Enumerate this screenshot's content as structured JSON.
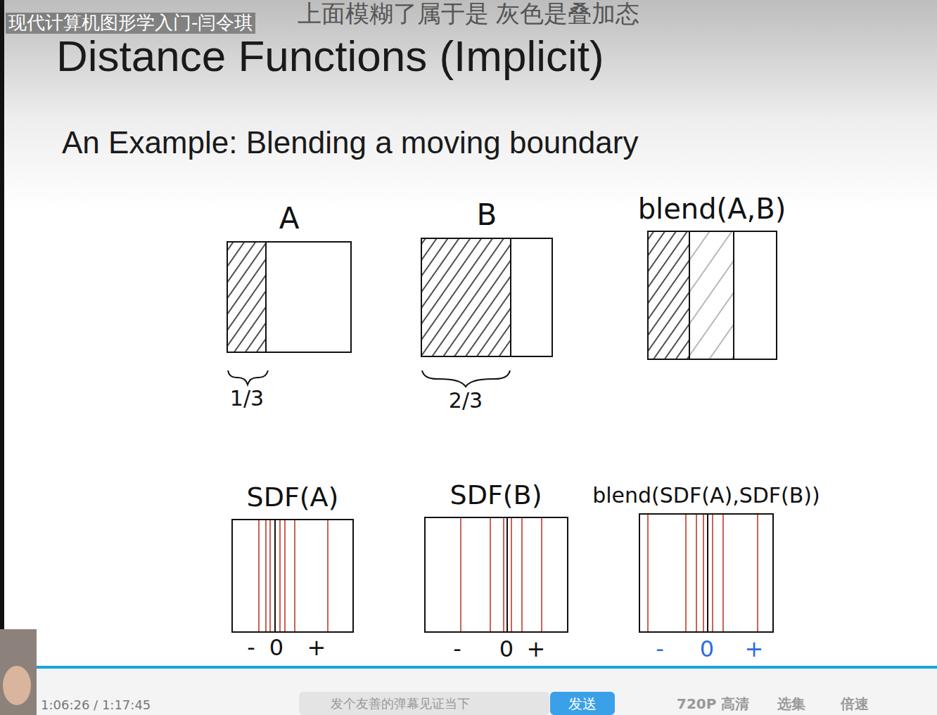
{
  "diagram": {
    "title": "Distance Functions (Implicit)",
    "nodes": [
      {
        "text": [
          "A"
        ]
      },
      {
        "text": [
          "B"
        ]
      },
      {
        "text": [
          "blend(A,B)"
        ]
      },
      {
        "text": [
          "SDF(A)"
        ]
      },
      {
        "text": [
          "SDF(B)"
        ]
      },
      {
        "text": [
          "blend(SDF(A),SDF(B))"
        ]
      }
    ],
    "labels": [
      "An Example: Blending a moving boundary",
      "1/3",
      "2/3",
      "-",
      "0",
      "+",
      "-",
      "0",
      "+",
      "-",
      "0",
      "+",
      "现代计算机图形学入门-闫令琪",
      "上面模糊了属于是 灰色是叠加态",
      "1:06:26 / 1:17:45",
      "发个友善的弹幕见证当下",
      "发送",
      "720P 高清",
      "选集",
      "倍速"
    ]
  }
}
